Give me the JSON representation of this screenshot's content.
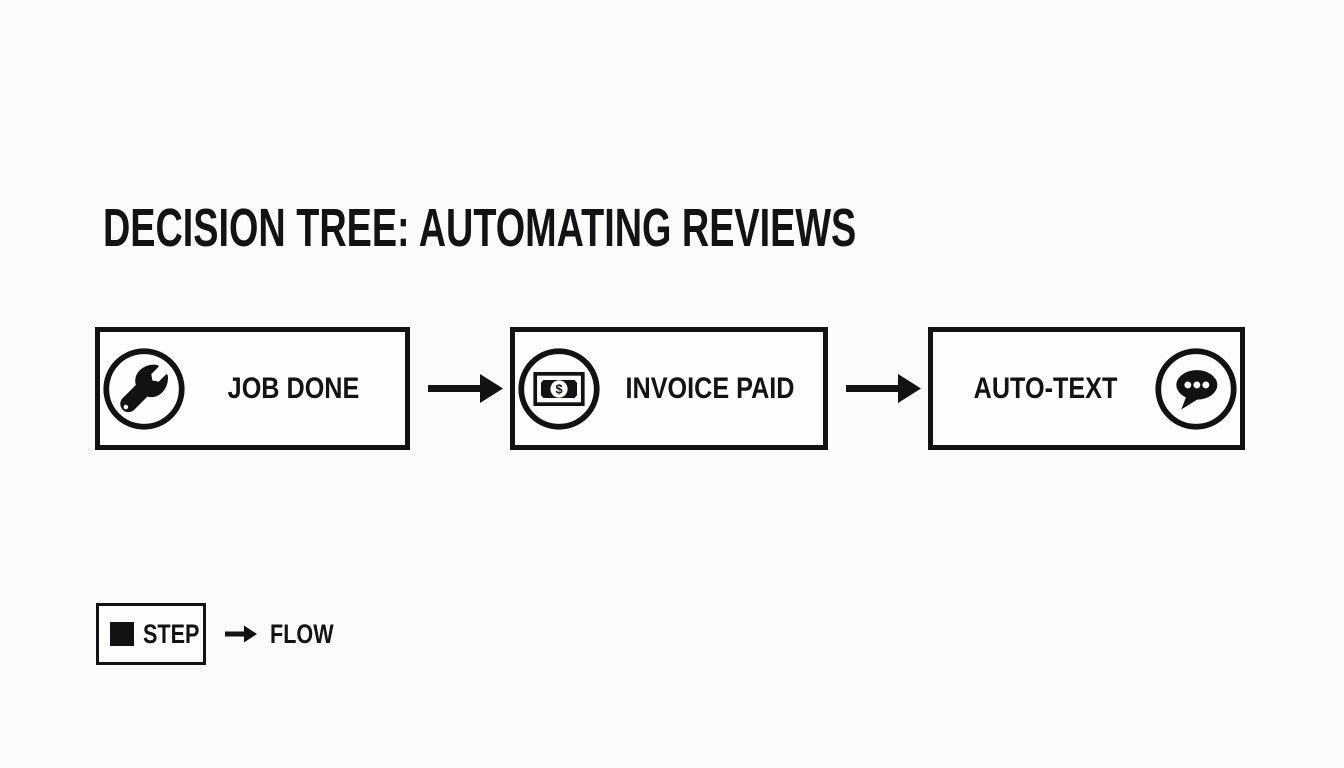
{
  "title": "DECISION TREE: AUTOMATING REVIEWS",
  "nodes": [
    {
      "label": "JOB DONE",
      "icon": "wrench-icon",
      "icon_side": "left"
    },
    {
      "label": "INVOICE PAID",
      "icon": "banknote-icon",
      "icon_side": "left"
    },
    {
      "label": "AUTO-TEXT",
      "icon": "speech-bubble-icon",
      "icon_side": "right"
    }
  ],
  "connectors": [
    {
      "symbol": "arrow-right-icon",
      "from": "JOB DONE",
      "to": "INVOICE PAID"
    },
    {
      "symbol": "arrow-right-icon",
      "from": "INVOICE PAID",
      "to": "AUTO-TEXT"
    }
  ],
  "legend": {
    "step_label": "STEP",
    "step_swatch": "filled-square",
    "flow_label": "FLOW",
    "flow_symbol": "arrow-right-icon"
  },
  "icons": {
    "dollar_sign": "$"
  },
  "colors": {
    "ink": "#121212",
    "background": "#fbfbfa"
  }
}
